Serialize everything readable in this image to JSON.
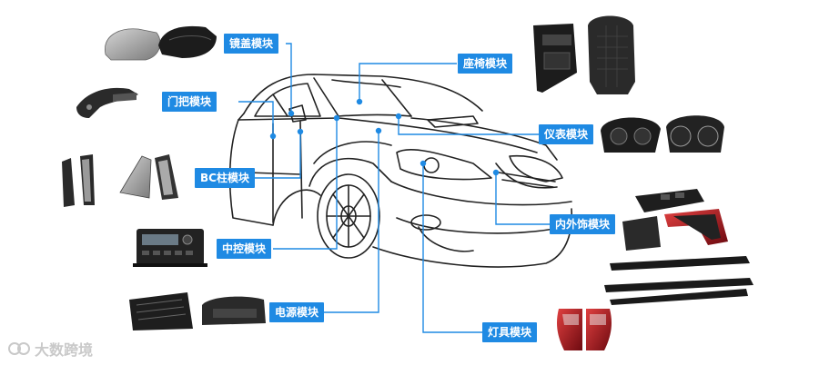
{
  "labels": {
    "mirror": "镜盖模块",
    "door_handle": "门把模块",
    "bc_pillar": "BC柱模块",
    "center_console": "中控模块",
    "power": "电源模块",
    "seat": "座椅模块",
    "instrument": "仪表模块",
    "trim": "内外饰模块",
    "lamp": "灯具模块"
  },
  "watermark": "大数跨境",
  "colors": {
    "label_bg": "#1f8ae3",
    "connector": "#1f8ae3",
    "car_outline": "#222222",
    "part_dark": "#1c1c1c",
    "part_gray": "#8e8e8e",
    "lamp_red": "#a8141c"
  }
}
